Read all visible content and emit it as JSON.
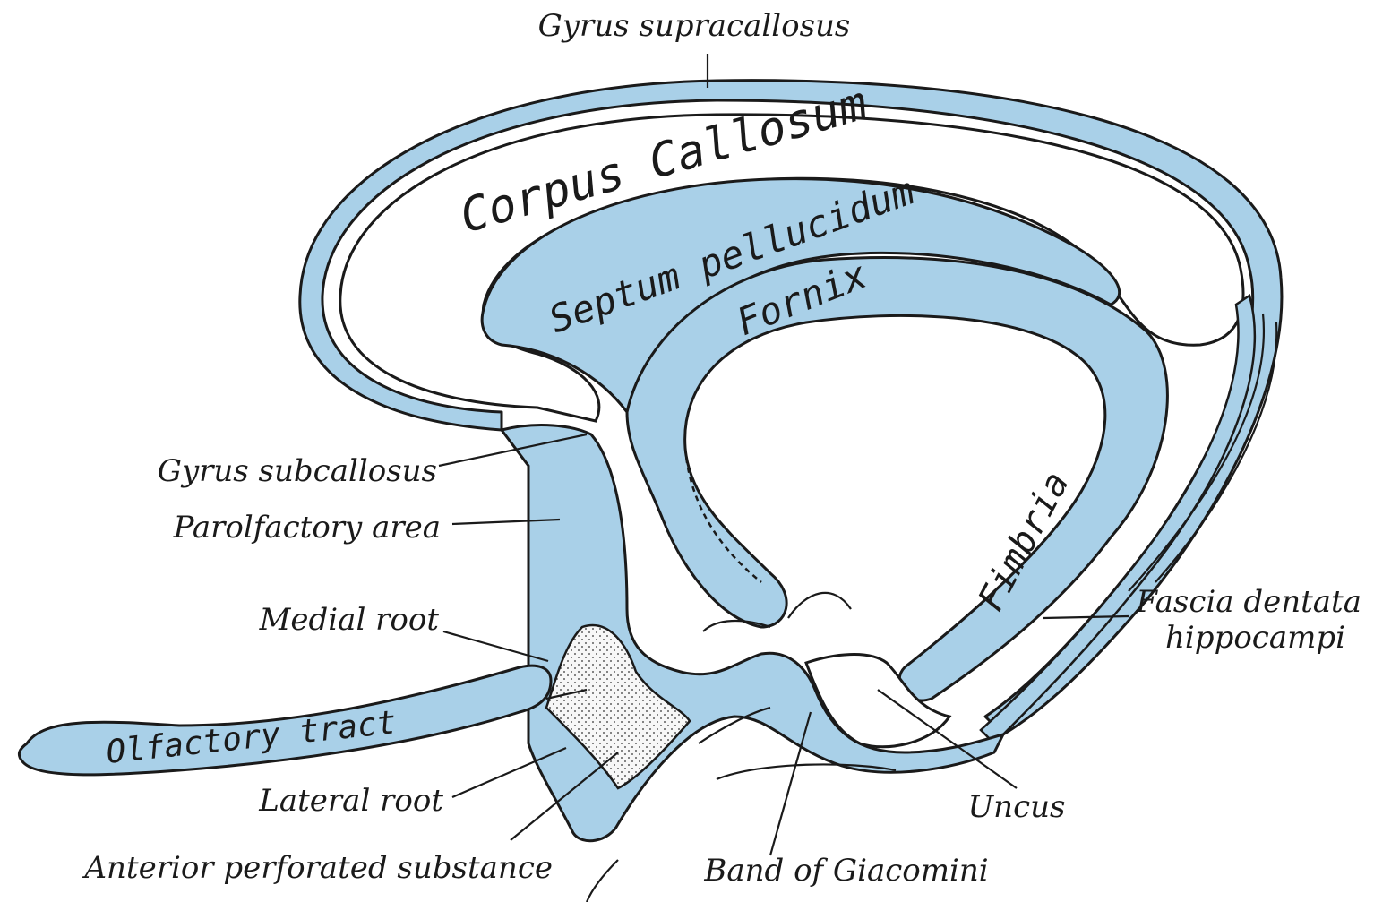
{
  "labels": {
    "gyrus_supracallosus": "Gyrus supracallosus",
    "corpus_callosum": "Corpus Callosum",
    "septum_pellucidum": "Septum pellucidum",
    "fornix": "Fornix",
    "fimbria": "Fimbria",
    "gyrus_subcallosus": "Gyrus subcallosus",
    "parolfactory_area": "Parolfactory area",
    "medial_root": "Medial root",
    "olfactory_tract": "Olfactory tract",
    "lateral_root": "Lateral root",
    "anterior_perforated_substance": "Anterior perforated substance",
    "band_of_giacomini": "Band of Giacomini",
    "uncus": "Uncus",
    "fascia_dentata_line1": "Fascia dentata",
    "fascia_dentata_line2": "hippocampi"
  },
  "colors": {
    "structure_fill": "#a9d0e8",
    "outline": "#1a1a1a",
    "background": "#ffffff"
  }
}
